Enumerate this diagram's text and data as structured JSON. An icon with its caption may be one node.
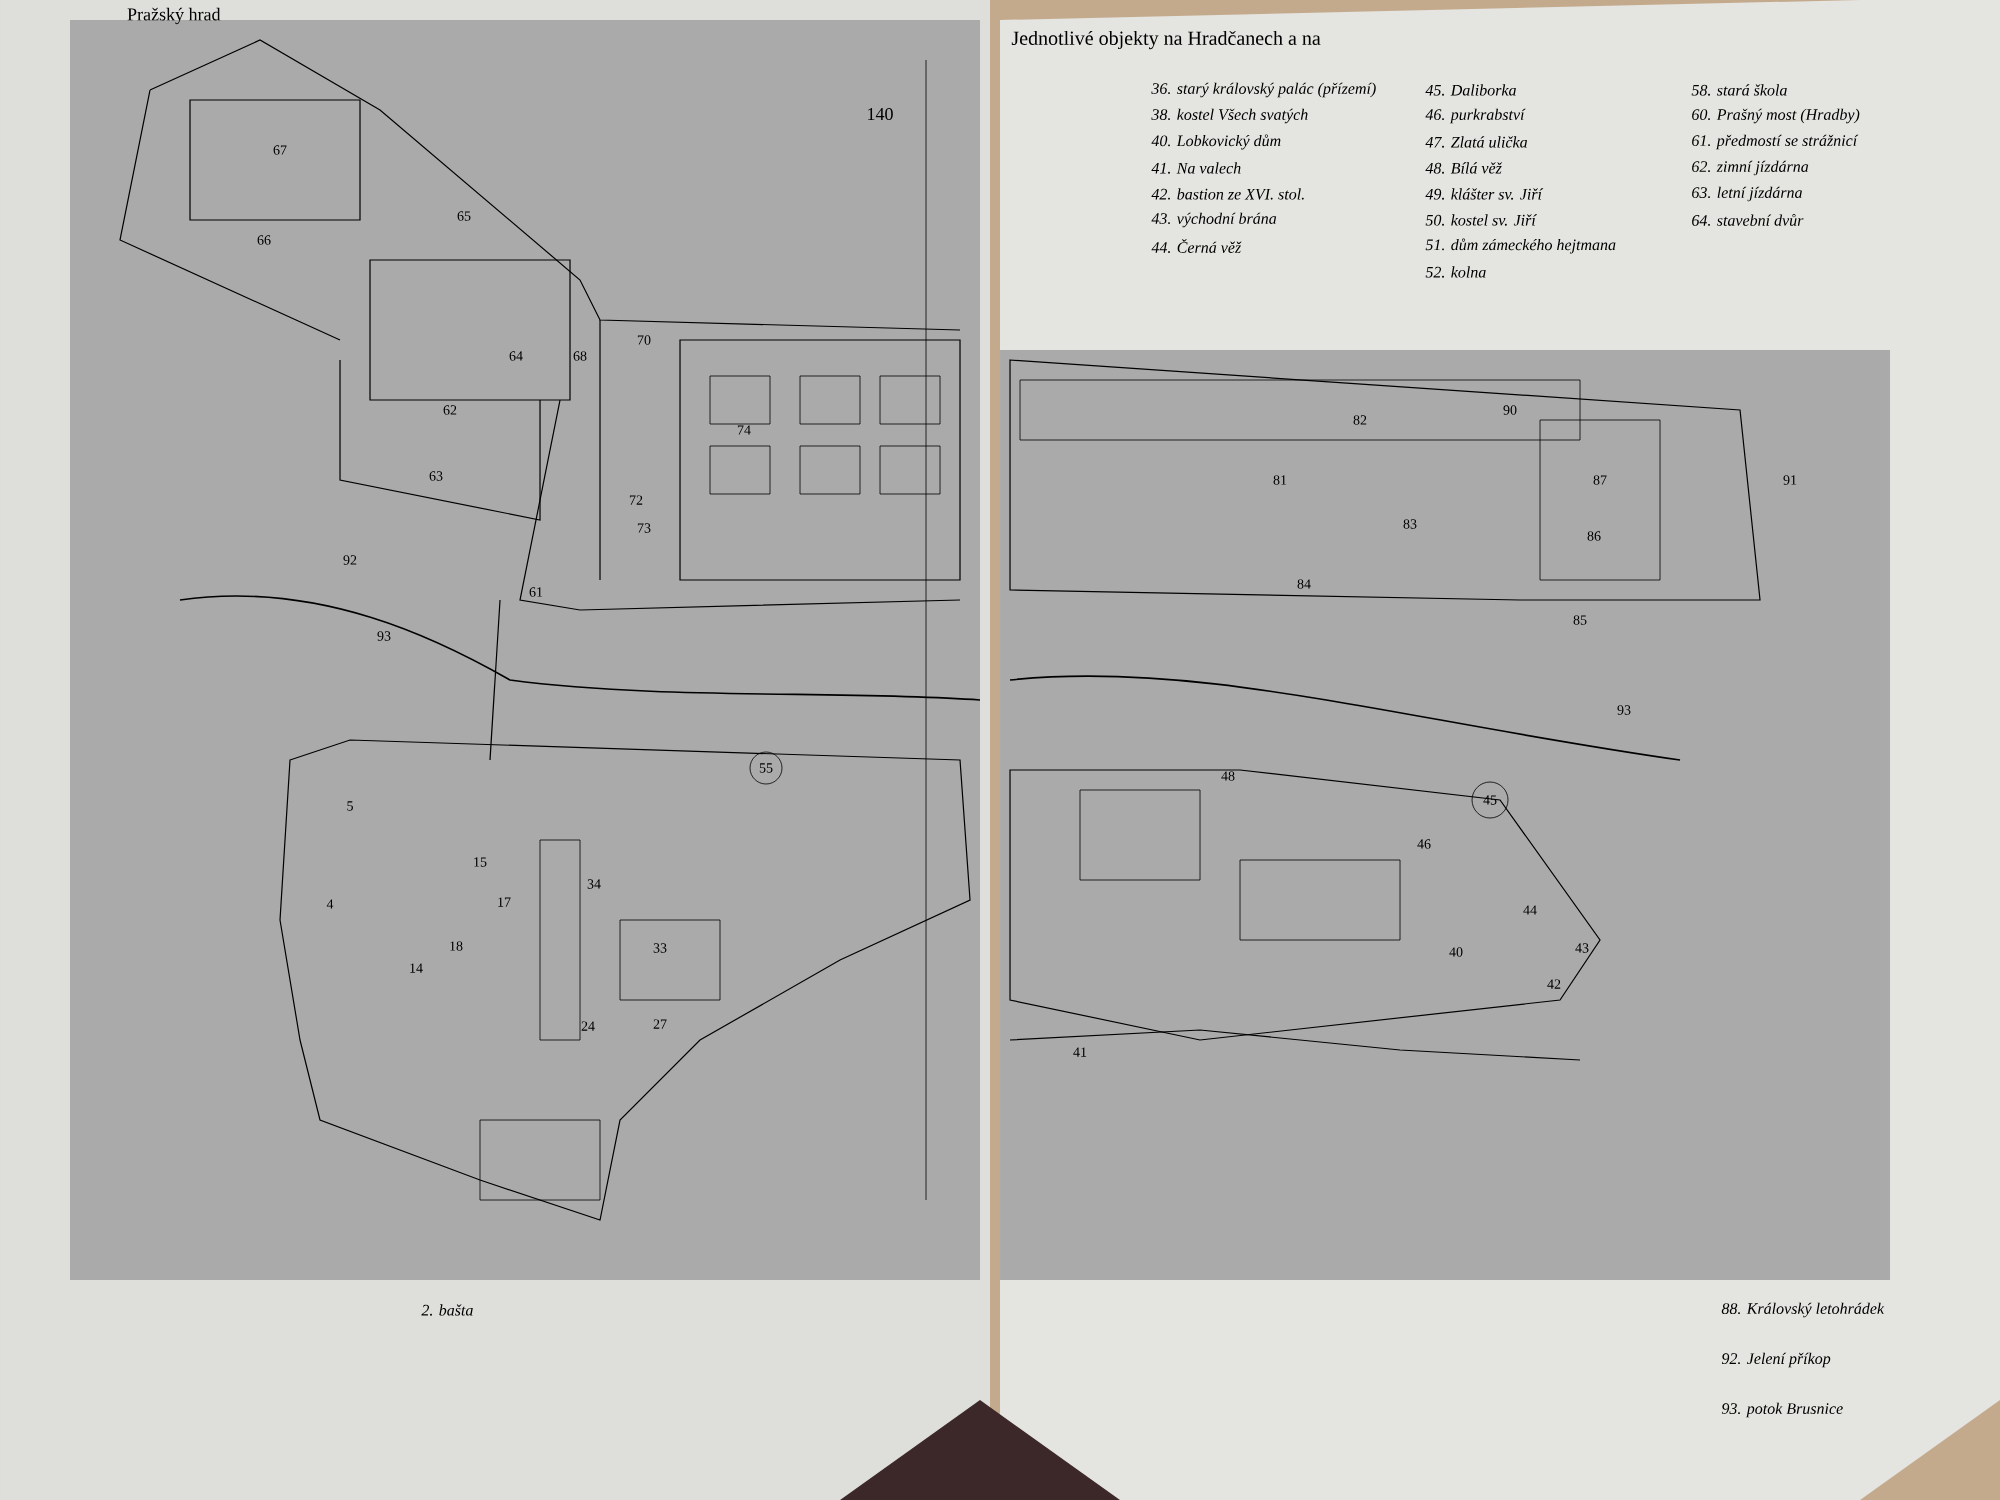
{
  "diagram": {
    "title": "Pražský hrad",
    "labels": [
      "140",
      "Jednotlivé objekty na Hradčanech a na",
      "36. starý královský palác (přízemí)",
      "38. kostel Všech svatých",
      "40. Lobkovický dům",
      "41. Na valech",
      "42. bastion ze XVI. stol.",
      "43. východní brána",
      "44. Černá věž",
      "45. Daliborka",
      "46. purkrabství",
      "47. Zlatá ulička",
      "48. Bílá věž",
      "49. klášter sv. Jiří",
      "50. kostel sv. Jiří",
      "51. dům zámeckého hejtmana",
      "52. kolna",
      "58. stará škola",
      "60. Prašný most (Hradby)",
      "61. předmostí se strážnicí",
      "62. zimní jízdárna",
      "63. letní jízdárna",
      "64. stavební dvůr",
      "2. bašta",
      "88. Královský letohrádek",
      "92. Jelení příkop",
      "93. potok Brusnice",
      "67",
      "65",
      "66",
      "64",
      "62",
      "63",
      "68",
      "70",
      "72",
      "73",
      "74",
      "92",
      "93",
      "61",
      "5",
      "4",
      "15",
      "17",
      "18",
      "14",
      "34",
      "33",
      "27",
      "24",
      "55",
      "90",
      "82",
      "81",
      "83",
      "87",
      "86",
      "91",
      "85",
      "84",
      "93",
      "48",
      "45",
      "46",
      "44",
      "43",
      "42",
      "40",
      "41"
    ]
  }
}
